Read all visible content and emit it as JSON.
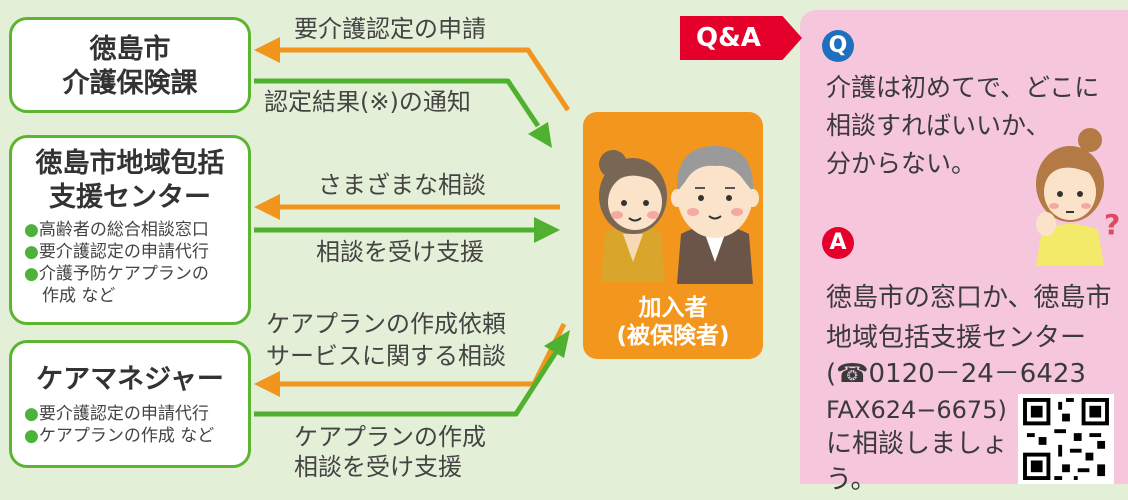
{
  "boxes": {
    "city": {
      "line1": "徳島市",
      "line2": "介護保険課"
    },
    "center": {
      "line1": "徳島市地域包括",
      "line2": "支援センター",
      "bullets": [
        "高齢者の総合相談窓口",
        "要介護認定の申請代行",
        "介護予防ケアプランの"
      ],
      "cont": "作成 など"
    },
    "manager": {
      "title": "ケアマネジャー",
      "bullets": [
        "要介護認定の申請代行",
        "ケアプランの作成 など"
      ]
    }
  },
  "arrows": {
    "apply": "要介護認定の申請",
    "notice": "認定結果(※)の通知",
    "consult": "さまざまな相談",
    "support": "相談を受け支援",
    "request1": "ケアプランの作成依頼",
    "request2": "サービスに関する相談",
    "create1": "ケアプランの作成",
    "create2": "相談を受け支援"
  },
  "insured": {
    "line1": "加入者",
    "line2": "(被保険者)"
  },
  "qa": {
    "tag": "Q&A",
    "q_letter": "Q",
    "q_lines": [
      "介護は初めてで、どこに",
      "相談すればいいか、",
      "分からない。"
    ],
    "a_letter": "A",
    "a_lines": [
      "徳島市の窓口か、徳島市",
      "地域包括支援センター",
      "(☎0120－24－6423",
      "FAX624−6675)",
      "に相談しましょ",
      "う。"
    ]
  },
  "colors": {
    "background": "#e4efd7",
    "green": "#4fb12f",
    "orange": "#f2951d",
    "pink": "#f5c6dc",
    "red": "#e4002b"
  }
}
